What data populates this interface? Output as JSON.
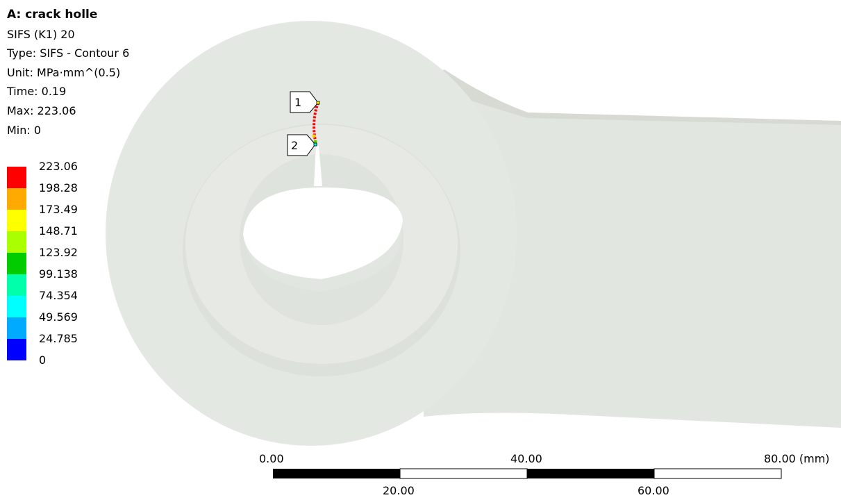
{
  "result": {
    "title": "A: crack holle",
    "name": "SIFS (K1) 20",
    "type": "Type: SIFS - Contour 6",
    "unit": "Unit: MPa·mm^(0.5)",
    "time": "Time: 0.19",
    "max": "Max: 223.06",
    "min": "Min: 0"
  },
  "legend": {
    "values": [
      "223.06",
      "198.28",
      "173.49",
      "148.71",
      "123.92",
      "99.138",
      "74.354",
      "49.569",
      "24.785",
      "0"
    ],
    "colors": [
      "#ff0000",
      "#ffaa00",
      "#ffff00",
      "#aaff00",
      "#00cc00",
      "#00ffaa",
      "#00ffff",
      "#00aaff",
      "#0000ff"
    ]
  },
  "probes": [
    {
      "label": "1"
    },
    {
      "label": "2"
    }
  ],
  "scale_bar": {
    "top_labels": [
      "0.00",
      "40.00",
      "80.00 (mm)"
    ],
    "bottom_labels": [
      "20.00",
      "60.00"
    ]
  },
  "colors": {
    "model": "#e6e9e4",
    "model_shadow": "#d4d8d2",
    "background": "#ffffff"
  }
}
